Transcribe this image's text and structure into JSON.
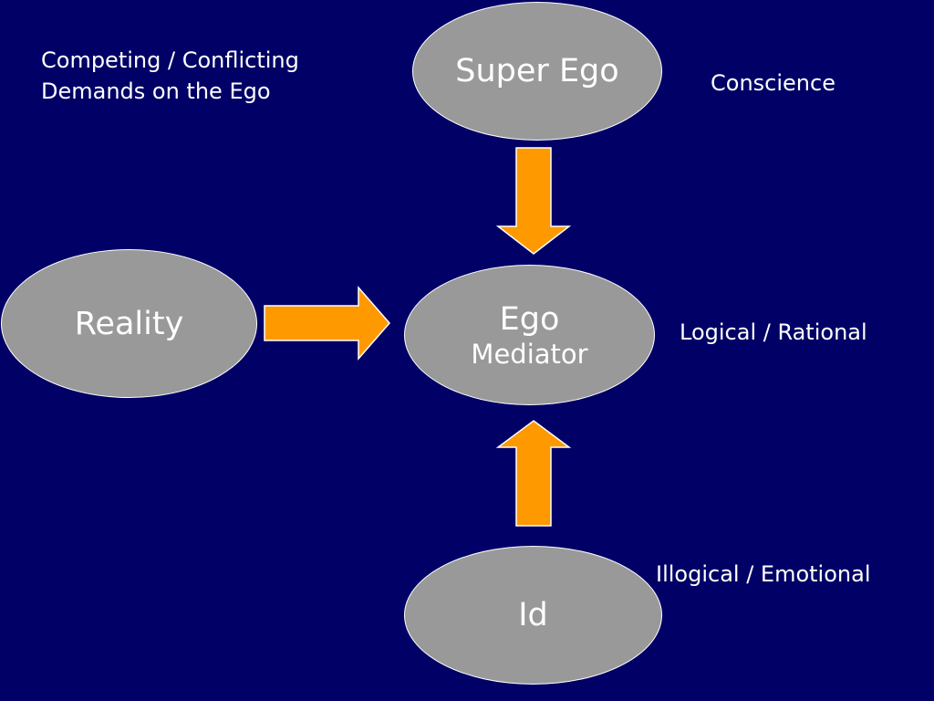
{
  "diagram": {
    "title_line1": "Competing / Conflicting",
    "title_line2": "Demands on the Ego",
    "nodes": {
      "superego": {
        "label": "Super Ego"
      },
      "reality": {
        "label": "Reality"
      },
      "ego": {
        "label": "Ego",
        "sublabel": "Mediator"
      },
      "id": {
        "label": "Id"
      }
    },
    "annotations": {
      "superego": "Conscience",
      "ego": "Logical / Rational",
      "id": "Illogical / Emotional"
    },
    "edges": [
      {
        "from": "superego",
        "to": "ego",
        "icon": "arrow-down-icon"
      },
      {
        "from": "reality",
        "to": "ego",
        "icon": "arrow-right-icon"
      },
      {
        "from": "id",
        "to": "ego",
        "icon": "arrow-up-icon"
      }
    ]
  },
  "colors": {
    "background": "#000066",
    "node_fill": "#999999",
    "arrow_fill": "#FF9900",
    "text": "#FFFFFF"
  }
}
